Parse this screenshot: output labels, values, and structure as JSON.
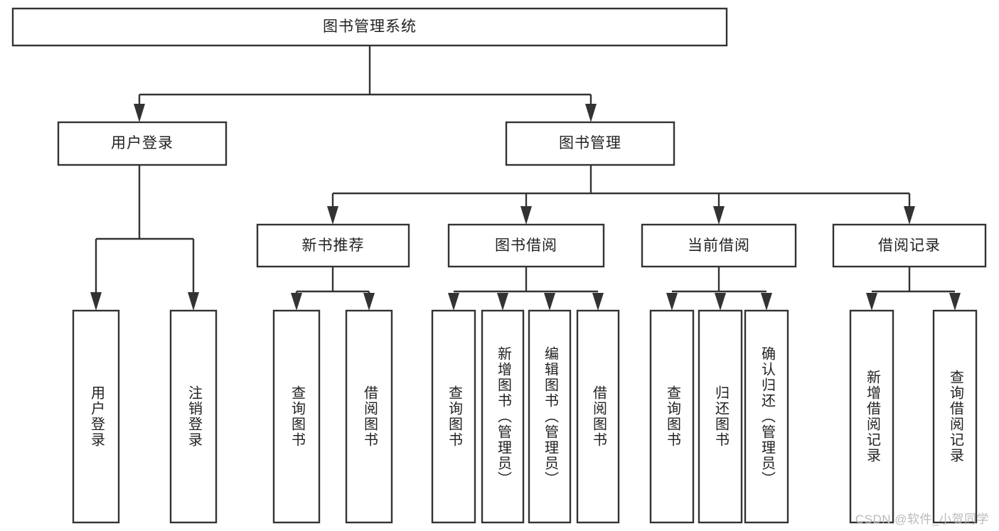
{
  "diagram": {
    "type": "tree-hierarchy-chart",
    "title": "图书管理系统",
    "watermark": "CSDN @软件_小贺同学",
    "colors": {
      "stroke": "#333333",
      "fill": "#ffffff",
      "text": "#222222",
      "watermark": "#b9b9b9"
    },
    "levels": [
      {
        "level": 1,
        "nodes": [
          {
            "id": "root",
            "label": "图书管理系统",
            "orientation": "horizontal"
          }
        ]
      },
      {
        "level": 2,
        "nodes": [
          {
            "id": "user-login",
            "label": "用户登录",
            "orientation": "horizontal",
            "parent": "root"
          },
          {
            "id": "book-manage",
            "label": "图书管理",
            "orientation": "horizontal",
            "parent": "root"
          }
        ]
      },
      {
        "level": 3,
        "nodes": [
          {
            "id": "new-book-recommend",
            "label": "新书推荐",
            "orientation": "horizontal",
            "parent": "book-manage"
          },
          {
            "id": "book-borrow",
            "label": "图书借阅",
            "orientation": "horizontal",
            "parent": "book-manage"
          },
          {
            "id": "current-borrow",
            "label": "当前借阅",
            "orientation": "horizontal",
            "parent": "book-manage"
          },
          {
            "id": "borrow-record",
            "label": "借阅记录",
            "orientation": "horizontal",
            "parent": "book-manage"
          }
        ]
      },
      {
        "level": 4,
        "nodes": [
          {
            "id": "leaf-user-login",
            "label": "用户登录",
            "orientation": "vertical",
            "parent": "user-login"
          },
          {
            "id": "leaf-logout-login",
            "label": "注销登录",
            "orientation": "vertical",
            "parent": "user-login"
          },
          {
            "id": "leaf-query-book-1",
            "label": "查询图书",
            "orientation": "vertical",
            "parent": "new-book-recommend"
          },
          {
            "id": "leaf-borrow-book-1",
            "label": "借阅图书",
            "orientation": "vertical",
            "parent": "new-book-recommend"
          },
          {
            "id": "leaf-query-book-2",
            "label": "查询图书",
            "orientation": "vertical",
            "parent": "book-borrow"
          },
          {
            "id": "leaf-add-book",
            "label": "新增图书（管理员）",
            "orientation": "vertical",
            "parent": "book-borrow"
          },
          {
            "id": "leaf-edit-book",
            "label": "编辑图书（管理员）",
            "orientation": "vertical",
            "parent": "book-borrow"
          },
          {
            "id": "leaf-borrow-book-2",
            "label": "借阅图书",
            "orientation": "vertical",
            "parent": "book-borrow"
          },
          {
            "id": "leaf-query-book-3",
            "label": "查询图书",
            "orientation": "vertical",
            "parent": "current-borrow"
          },
          {
            "id": "leaf-return-book",
            "label": "归还图书",
            "orientation": "vertical",
            "parent": "current-borrow"
          },
          {
            "id": "leaf-confirm-return",
            "label": "确认归还（管理员）",
            "orientation": "vertical",
            "parent": "current-borrow"
          },
          {
            "id": "leaf-add-record",
            "label": "新增借阅记录",
            "orientation": "vertical",
            "parent": "borrow-record"
          },
          {
            "id": "leaf-query-record",
            "label": "查询借阅记录",
            "orientation": "vertical",
            "parent": "borrow-record"
          }
        ]
      }
    ],
    "labels": {
      "root": "图书管理系统",
      "user_login": "用户登录",
      "book_manage": "图书管理",
      "new_book_recommend": "新书推荐",
      "book_borrow": "图书借阅",
      "current_borrow": "当前借阅",
      "borrow_record": "借阅记录",
      "leaf_user_login": "用户登录",
      "leaf_logout_login": "注销登录",
      "leaf_query_book_1": "查询图书",
      "leaf_borrow_book_1": "借阅图书",
      "leaf_query_book_2": "查询图书",
      "leaf_add_book": "新增图书（管理员）",
      "leaf_edit_book": "编辑图书（管理员）",
      "leaf_borrow_book_2": "借阅图书",
      "leaf_query_book_3": "查询图书",
      "leaf_return_book": "归还图书",
      "leaf_confirm_return": "确认归还（管理员）",
      "leaf_add_record": "新增借阅记录",
      "leaf_query_record": "查询借阅记录"
    }
  }
}
